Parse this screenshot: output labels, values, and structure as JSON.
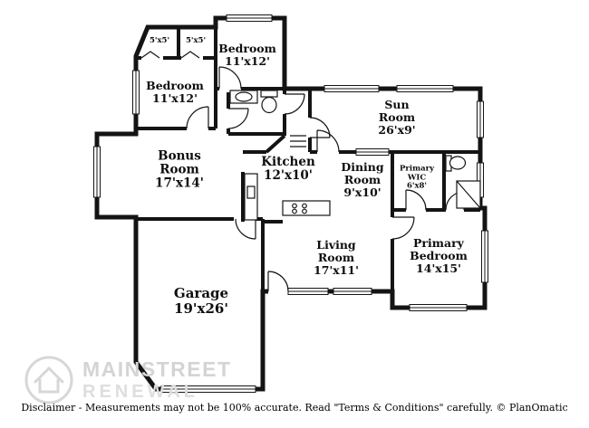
{
  "colors": {
    "wall": "#141414",
    "watermark": "#d7d7d7",
    "background": "#ffffff"
  },
  "icons": {
    "watermark_logo": "house-in-circle-icon"
  },
  "floorplan": {
    "rooms": [
      {
        "id": "closet-1",
        "label": "5'x5'"
      },
      {
        "id": "closet-2",
        "label": "5'x5'"
      },
      {
        "id": "bedroom-top",
        "label": "Bedroom\n11'x12'"
      },
      {
        "id": "bedroom-left",
        "label": "Bedroom\n11'x12'"
      },
      {
        "id": "sun-room",
        "label": "Sun\nRoom\n26'x9'"
      },
      {
        "id": "bonus-room",
        "label": "Bonus\nRoom\n17'x14'"
      },
      {
        "id": "kitchen",
        "label": "Kitchen\n12'x10'"
      },
      {
        "id": "dining-room",
        "label": "Dining\nRoom\n9'x10'"
      },
      {
        "id": "primary-wic",
        "label": "Primary\nWIC\n6'x8'"
      },
      {
        "id": "living-room",
        "label": "Living\nRoom\n17'x11'"
      },
      {
        "id": "primary-bedroom",
        "label": "Primary\nBedroom\n14'x15'"
      },
      {
        "id": "garage",
        "label": "Garage\n19'x26'"
      }
    ]
  },
  "watermark": {
    "line1": "MAINSTREET",
    "line2": "RENEWAL"
  },
  "footer": {
    "disclaimer": "Disclaimer - Measurements may not be 100% accurate. Read \"Terms & Conditions\" carefully. © PlanOmatic"
  }
}
